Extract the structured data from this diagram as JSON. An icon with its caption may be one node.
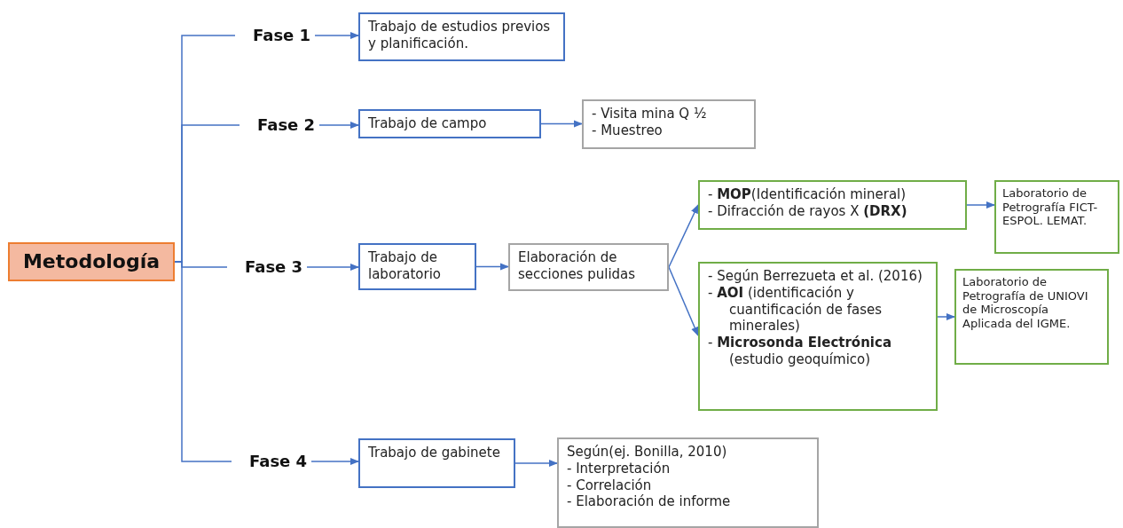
{
  "diagram": {
    "nodes": [
      {
        "text": [
          "Metodología"
        ]
      },
      {
        "text": [
          "Fase 1"
        ]
      },
      {
        "text": [
          "Fase 2"
        ]
      },
      {
        "text": [
          "Fase 3"
        ]
      },
      {
        "text": [
          "Fase 4"
        ]
      },
      {
        "text": [
          "Trabajo de estudios previos y planificación."
        ]
      },
      {
        "text": [
          "Trabajo de campo"
        ]
      },
      {
        "text": [
          "- Visita mina Q ½",
          "- Muestreo"
        ]
      },
      {
        "text": [
          "Trabajo de laboratorio"
        ]
      },
      {
        "text": [
          "Elaboración de secciones pulidas"
        ]
      },
      {
        "text": [
          "- **MOP**(Identificación mineral)",
          "- Difracción de rayos X **(DRX)**"
        ]
      },
      {
        "text": [
          "Laboratorio de Petrografía FICT-ESPOL. LEMAT."
        ]
      },
      {
        "text": [
          "- Según Berrezueta et al. (2016)",
          "- **AOI** (identificación y cuantificación de fases minerales)",
          "- **Microsonda Electrónica** (estudio geoquímico)"
        ]
      },
      {
        "text": [
          "Laboratorio de Petrografía de UNIOVI de Microscopía Aplicada del IGME."
        ]
      },
      {
        "text": [
          "Trabajo de gabinete"
        ]
      },
      {
        "text": [
          "Según(ej. Bonilla, 2010)",
          "- Interpretación",
          "- Correlación",
          "- Elaboración de informe"
        ]
      }
    ],
    "edges": [
      {
        "from": 0,
        "to": 1,
        "arrow": "none"
      },
      {
        "from": 0,
        "to": 2,
        "arrow": "none"
      },
      {
        "from": 0,
        "to": 3,
        "arrow": "none"
      },
      {
        "from": 0,
        "to": 4,
        "arrow": "none"
      },
      {
        "from": 1,
        "to": 5,
        "arrow": "to"
      },
      {
        "from": 2,
        "to": 6,
        "arrow": "to"
      },
      {
        "from": 6,
        "to": 7,
        "arrow": "to"
      },
      {
        "from": 3,
        "to": 8,
        "arrow": "to"
      },
      {
        "from": 8,
        "to": 9,
        "arrow": "to"
      },
      {
        "from": 9,
        "to": 10,
        "arrow": "to"
      },
      {
        "from": 9,
        "to": 12,
        "arrow": "to"
      },
      {
        "from": 10,
        "to": 11,
        "arrow": "to"
      },
      {
        "from": 12,
        "to": 13,
        "arrow": "to"
      },
      {
        "from": 4,
        "to": 14,
        "arrow": "to"
      },
      {
        "from": 14,
        "to": 15,
        "arrow": "to"
      }
    ]
  }
}
